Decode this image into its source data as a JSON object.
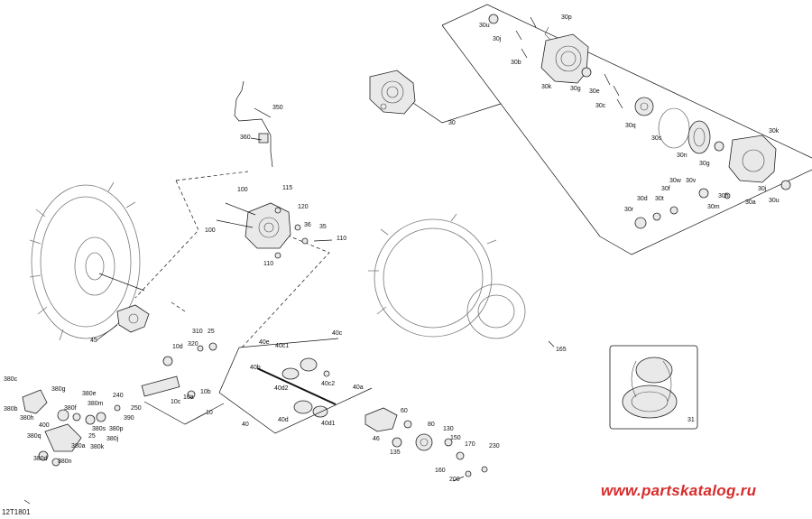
{
  "diagram": {
    "code": "12T1801",
    "watermark": "www.partskatalog.ru",
    "callouts": [
      {
        "id": "30p",
        "text": "30p"
      },
      {
        "id": "30u_top",
        "text": "30u"
      },
      {
        "id": "30j_top",
        "text": "30j"
      },
      {
        "id": "30b",
        "text": "30b"
      },
      {
        "id": "30k_top",
        "text": "30k"
      },
      {
        "id": "30g",
        "text": "30g"
      },
      {
        "id": "30e",
        "text": "30e"
      },
      {
        "id": "30c",
        "text": "30c"
      },
      {
        "id": "30q",
        "text": "30q"
      },
      {
        "id": "30s",
        "text": "30s"
      },
      {
        "id": "30n",
        "text": "30n"
      },
      {
        "id": "30g2",
        "text": "30g"
      },
      {
        "id": "30k_r",
        "text": "30k"
      },
      {
        "id": "30w",
        "text": "30w"
      },
      {
        "id": "30v",
        "text": "30v"
      },
      {
        "id": "30f",
        "text": "30f"
      },
      {
        "id": "30d",
        "text": "30d"
      },
      {
        "id": "30t",
        "text": "30t"
      },
      {
        "id": "30h",
        "text": "30h"
      },
      {
        "id": "30j_r",
        "text": "30j"
      },
      {
        "id": "30r",
        "text": "30r"
      },
      {
        "id": "30m",
        "text": "30m"
      },
      {
        "id": "30a",
        "text": "30a"
      },
      {
        "id": "30u_r",
        "text": "30u"
      },
      {
        "id": "30",
        "text": "30"
      },
      {
        "id": "350",
        "text": "350"
      },
      {
        "id": "360",
        "text": "360"
      },
      {
        "id": "100a",
        "text": "100"
      },
      {
        "id": "115",
        "text": "115"
      },
      {
        "id": "120",
        "text": "120"
      },
      {
        "id": "100b",
        "text": "100"
      },
      {
        "id": "36",
        "text": "36"
      },
      {
        "id": "35",
        "text": "35"
      },
      {
        "id": "110a",
        "text": "110"
      },
      {
        "id": "110b",
        "text": "110"
      },
      {
        "id": "45",
        "text": "45"
      },
      {
        "id": "310",
        "text": "310"
      },
      {
        "id": "25a",
        "text": "25"
      },
      {
        "id": "320",
        "text": "320"
      },
      {
        "id": "10d",
        "text": "10d"
      },
      {
        "id": "10b",
        "text": "10b"
      },
      {
        "id": "10a",
        "text": "10a"
      },
      {
        "id": "10c",
        "text": "10c"
      },
      {
        "id": "10",
        "text": "10"
      },
      {
        "id": "40e",
        "text": "40e"
      },
      {
        "id": "40c1",
        "text": "40c1"
      },
      {
        "id": "40c",
        "text": "40c"
      },
      {
        "id": "40b",
        "text": "40b"
      },
      {
        "id": "40c2",
        "text": "40c2"
      },
      {
        "id": "40a",
        "text": "40a"
      },
      {
        "id": "40d2",
        "text": "40d2"
      },
      {
        "id": "40d",
        "text": "40d"
      },
      {
        "id": "40d1",
        "text": "40d1"
      },
      {
        "id": "40",
        "text": "40"
      },
      {
        "id": "165",
        "text": "165"
      },
      {
        "id": "31",
        "text": "31"
      },
      {
        "id": "380c",
        "text": "380c"
      },
      {
        "id": "380b",
        "text": "380b"
      },
      {
        "id": "380h",
        "text": "380h"
      },
      {
        "id": "380g",
        "text": "380g"
      },
      {
        "id": "380f",
        "text": "380f"
      },
      {
        "id": "380e",
        "text": "380e"
      },
      {
        "id": "380m",
        "text": "380m"
      },
      {
        "id": "380s",
        "text": "380s"
      },
      {
        "id": "380j",
        "text": "380j"
      },
      {
        "id": "380p",
        "text": "380p"
      },
      {
        "id": "380k",
        "text": "380k"
      },
      {
        "id": "380a",
        "text": "380a"
      },
      {
        "id": "380q",
        "text": "380q"
      },
      {
        "id": "380d",
        "text": "380d"
      },
      {
        "id": "380n",
        "text": "380n"
      },
      {
        "id": "400",
        "text": "400"
      },
      {
        "id": "25b",
        "text": "25"
      },
      {
        "id": "240",
        "text": "240"
      },
      {
        "id": "250",
        "text": "250"
      },
      {
        "id": "390",
        "text": "390"
      },
      {
        "id": "46",
        "text": "46"
      },
      {
        "id": "60",
        "text": "60"
      },
      {
        "id": "80",
        "text": "80"
      },
      {
        "id": "130",
        "text": "130"
      },
      {
        "id": "135",
        "text": "135"
      },
      {
        "id": "150",
        "text": "150"
      },
      {
        "id": "170",
        "text": "170"
      },
      {
        "id": "160",
        "text": "160"
      },
      {
        "id": "200",
        "text": "200"
      },
      {
        "id": "230",
        "text": "230"
      }
    ]
  }
}
